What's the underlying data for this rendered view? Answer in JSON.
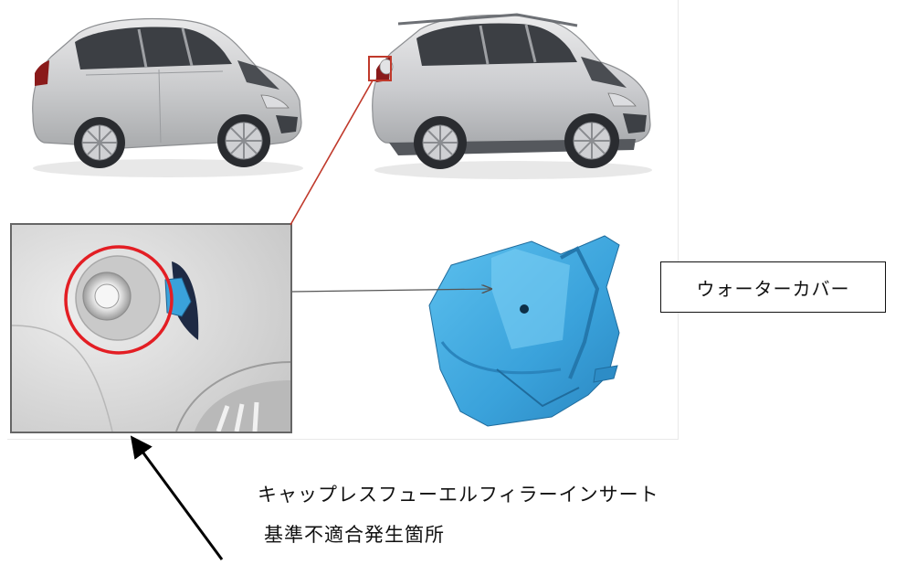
{
  "labels": {
    "water_cover": "ウォーターカバー",
    "insert_title": "キャップレスフューエルフィラーインサート",
    "defect_location": "基準不適合発生箇所"
  },
  "images": {
    "car_standard": "silver-hatchback-photo",
    "car_cross_country": "silver-crossover-hatchback-photo",
    "fuel_door_closeup": "fuel-filler-closeup",
    "water_cover_part": "blue-water-cover-part"
  },
  "colors": {
    "highlight_red": "#e31e24",
    "leader_red": "#c0392b",
    "part_blue": "#3aa2db",
    "arrow_black": "#000000"
  }
}
